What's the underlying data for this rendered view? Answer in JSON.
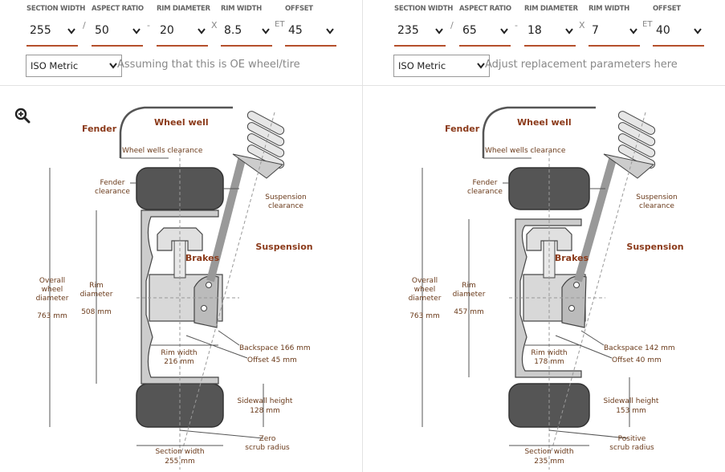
{
  "left": {
    "fields": [
      {
        "label": "SECTION WIDTH",
        "value": "255"
      },
      {
        "label": "ASPECT RATIO",
        "value": "50"
      },
      {
        "label": "RIM DIAMETER",
        "value": "20"
      },
      {
        "label": "RIM WIDTH",
        "value": "8.5"
      },
      {
        "label": "OFFSET",
        "value": "45"
      }
    ],
    "separators": [
      "/",
      "-",
      "X",
      "ET"
    ],
    "system": "ISO Metric",
    "note": "Assuming that this is OE wheel/tire",
    "diagram": {
      "fender": "Fender",
      "wheel_well": "Wheel well",
      "wheel_wells_clearance": "Wheel wells clearance",
      "fender_clearance_1": "Fender",
      "fender_clearance_2": "clearance",
      "suspension_clearance_1": "Suspension",
      "suspension_clearance_2": "clearance",
      "suspension": "Suspension",
      "brakes": "Brakes",
      "overall_1": "Overall",
      "overall_2": "wheel",
      "overall_3": "diameter",
      "overall_value": "763 mm",
      "rim_diam_1": "Rim",
      "rim_diam_2": "diameter",
      "rim_diam_value": "508 mm",
      "rim_width_1": "Rim width",
      "rim_width_2": "216 mm",
      "backspace": "Backspace 166 mm",
      "offset": "Offset 45 mm",
      "sidewall_1": "Sidewall height",
      "sidewall_2": "128 mm",
      "scrub_1": "Zero",
      "scrub_2": "scrub radius",
      "section_1": "Section width",
      "section_2": "255 mm"
    }
  },
  "right": {
    "fields": [
      {
        "label": "SECTION WIDTH",
        "value": "235"
      },
      {
        "label": "ASPECT RATIO",
        "value": "65"
      },
      {
        "label": "RIM DIAMETER",
        "value": "18"
      },
      {
        "label": "RIM WIDTH",
        "value": "7"
      },
      {
        "label": "OFFSET",
        "value": "40"
      }
    ],
    "separators": [
      "/",
      "-",
      "X",
      "ET"
    ],
    "system": "ISO Metric",
    "note": "Adjust replacement parameters here",
    "diagram": {
      "fender": "Fender",
      "wheel_well": "Wheel well",
      "wheel_wells_clearance": "Wheel wells clearance",
      "fender_clearance_1": "Fender",
      "fender_clearance_2": "clearance",
      "suspension_clearance_1": "Suspension",
      "suspension_clearance_2": "clearance",
      "suspension": "Suspension",
      "brakes": "Brakes",
      "overall_1": "Overall",
      "overall_2": "wheel",
      "overall_3": "diameter",
      "overall_value": "763 mm",
      "rim_diam_1": "Rim",
      "rim_diam_2": "diameter",
      "rim_diam_value": "457 mm",
      "rim_width_1": "Rim width",
      "rim_width_2": "178 mm",
      "backspace": "Backspace 142 mm",
      "offset": "Offset 40 mm",
      "sidewall_1": "Sidewall height",
      "sidewall_2": "153 mm",
      "scrub_1": "Positive",
      "scrub_2": "scrub radius",
      "section_1": "Section width",
      "section_2": "235 mm"
    }
  },
  "icons": {
    "zoom": "zoom-in-icon",
    "select": "chevron-down-icon"
  },
  "colors": {
    "accent": "#b5502c",
    "label_dark": "#8b3a1a",
    "tire": "#555555",
    "rim": "#cccccc"
  }
}
